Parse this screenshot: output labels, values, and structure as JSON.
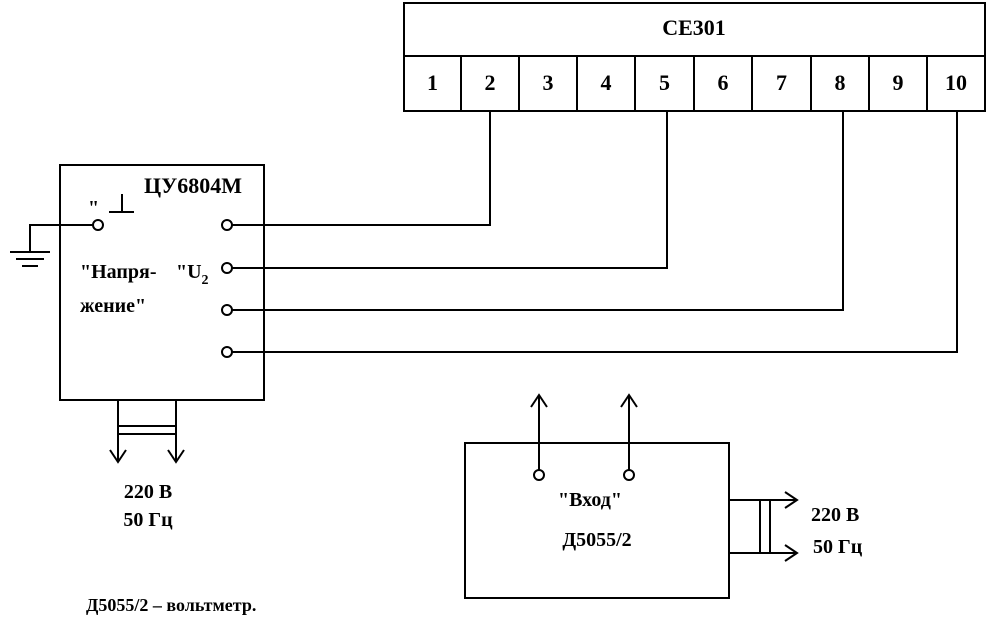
{
  "ce301": {
    "title": "СЕ301",
    "terminals": [
      "1",
      "2",
      "3",
      "4",
      "5",
      "6",
      "7",
      "8",
      "9",
      "10"
    ]
  },
  "tsu": {
    "title": "ЦУ6804М",
    "ground_label": "\"",
    "voltage_label_1": "\"Напря-",
    "voltage_label_2": "жение\"",
    "u_label": "\"U",
    "u_sub": "2",
    "supply_voltage": "220 В",
    "supply_freq": "50 Гц"
  },
  "d5055": {
    "input_label": "\"Вход\"",
    "model": "Д5055/2",
    "supply_voltage": "220 В",
    "supply_freq": "50 Гц"
  },
  "legend": "Д5055/2 – вольтметр."
}
